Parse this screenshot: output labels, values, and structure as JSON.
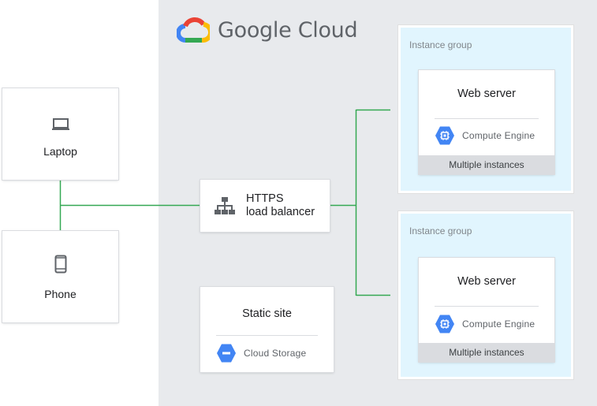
{
  "brand": {
    "name": "Google Cloud"
  },
  "clients": [
    {
      "label": "Laptop",
      "icon": "laptop-icon"
    },
    {
      "label": "Phone",
      "icon": "phone-icon"
    }
  ],
  "load_balancer": {
    "line1": "HTTPS",
    "line2": "load balancer",
    "icon": "load-balancer-icon"
  },
  "static_site": {
    "title": "Static site",
    "service": "Cloud Storage",
    "icon": "cloud-storage-icon"
  },
  "instance_groups": [
    {
      "label": "Instance group",
      "server": "Web server",
      "service": "Compute Engine",
      "footer": "Multiple instances",
      "icon": "compute-engine-icon"
    },
    {
      "label": "Instance group",
      "server": "Web server",
      "service": "Compute Engine",
      "footer": "Multiple instances",
      "icon": "compute-engine-icon"
    }
  ],
  "colors": {
    "gcp_region": "#e8eaed",
    "instance_group": "#e1f5fe",
    "connector": "#34a853",
    "product_blue": "#4285f4",
    "google_red": "#ea4335",
    "google_yellow": "#fbbc04",
    "google_green": "#34a853"
  }
}
